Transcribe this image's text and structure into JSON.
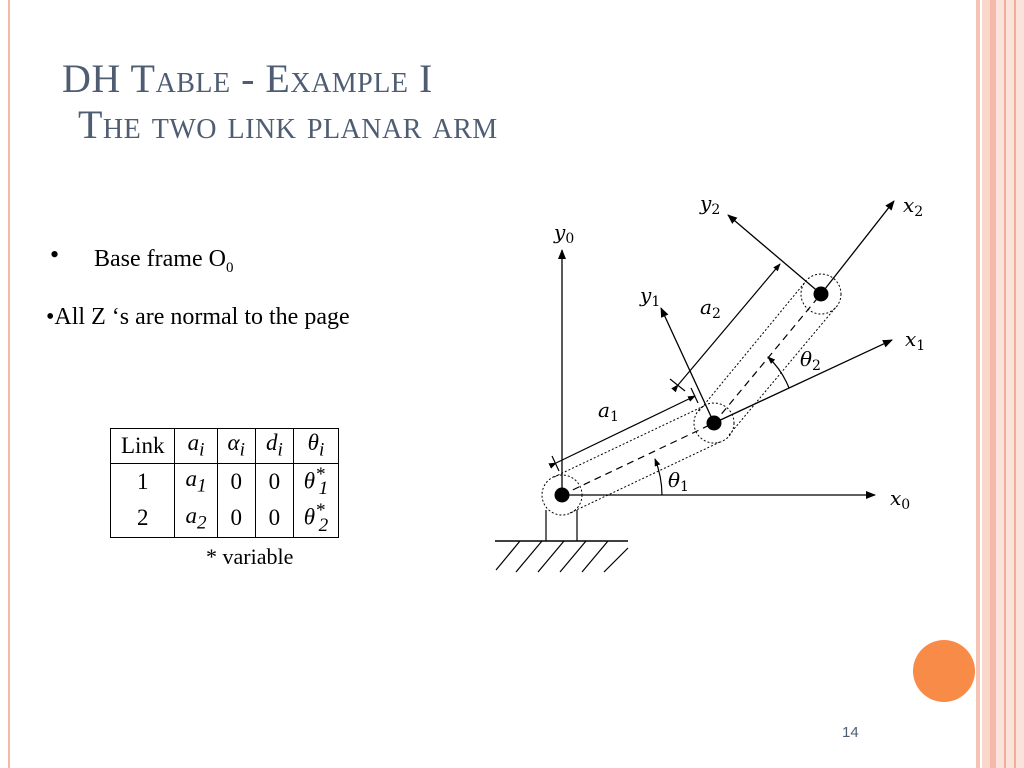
{
  "slide": {
    "title_line1": "DH Table - Example I",
    "title_line2": "The two link planar arm",
    "page_number": "14",
    "accent_color": "#f98b48",
    "title_color": "#4f5d73"
  },
  "bullets": {
    "item1_text": "Base frame O",
    "item1_sub": "0",
    "item2_text": "All Z ‘s are normal to the page"
  },
  "dh_table": {
    "headers": [
      {
        "main": "Link",
        "sub": "",
        "sup": ""
      },
      {
        "main": "a",
        "sub": "i",
        "sup": ""
      },
      {
        "main": "α",
        "sub": "i",
        "sup": ""
      },
      {
        "main": "d",
        "sub": "i",
        "sup": ""
      },
      {
        "main": "θ",
        "sub": "i",
        "sup": ""
      }
    ],
    "rows": [
      {
        "link": "1",
        "a": "a",
        "a_sub": "1",
        "alpha": "0",
        "d": "0",
        "theta": "θ",
        "theta_sub": "1",
        "theta_sup": "*"
      },
      {
        "link": "2",
        "a": "a",
        "a_sub": "2",
        "alpha": "0",
        "d": "0",
        "theta": "θ",
        "theta_sub": "2",
        "theta_sup": "*"
      }
    ],
    "footnote": "*  variable"
  },
  "diagram": {
    "labels": {
      "y0": {
        "main": "y",
        "sub": "0"
      },
      "x0": {
        "main": "x",
        "sub": "0"
      },
      "y1": {
        "main": "y",
        "sub": "1"
      },
      "x1": {
        "main": "x",
        "sub": "1"
      },
      "y2": {
        "main": "y",
        "sub": "2"
      },
      "x2": {
        "main": "x",
        "sub": "2"
      },
      "a1": {
        "main": "a",
        "sub": "1"
      },
      "a2": {
        "main": "a",
        "sub": "2"
      },
      "theta1": {
        "main": "θ",
        "sub": "1"
      },
      "theta2": {
        "main": "θ",
        "sub": "2"
      }
    }
  }
}
